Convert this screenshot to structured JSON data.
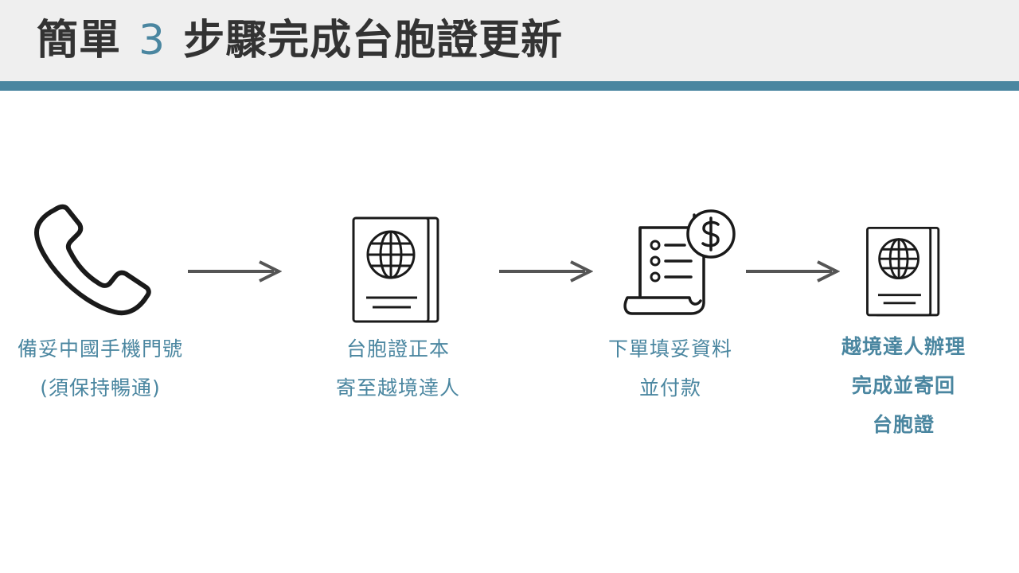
{
  "title": {
    "prefix": "簡單",
    "number": "3",
    "suffix": "步驟完成台胞證更新"
  },
  "steps": [
    {
      "icon": "phone-icon",
      "lines": [
        "備妥中國手機門號",
        "(須保持暢通)"
      ]
    },
    {
      "icon": "passport-icon",
      "lines": [
        "台胞證正本",
        "寄至越境達人"
      ]
    },
    {
      "icon": "invoice-dollar-icon",
      "lines": [
        "下單填妥資料",
        "並付款"
      ]
    },
    {
      "icon": "passport-icon",
      "lines": [
        "越境達人辦理",
        "完成並寄回",
        "台胞證"
      ]
    }
  ],
  "colors": {
    "accent": "#4a86a0",
    "title_text": "#333333",
    "header_bg": "#efefef",
    "icon_stroke": "#1a1a1a",
    "arrow": "#555555"
  }
}
